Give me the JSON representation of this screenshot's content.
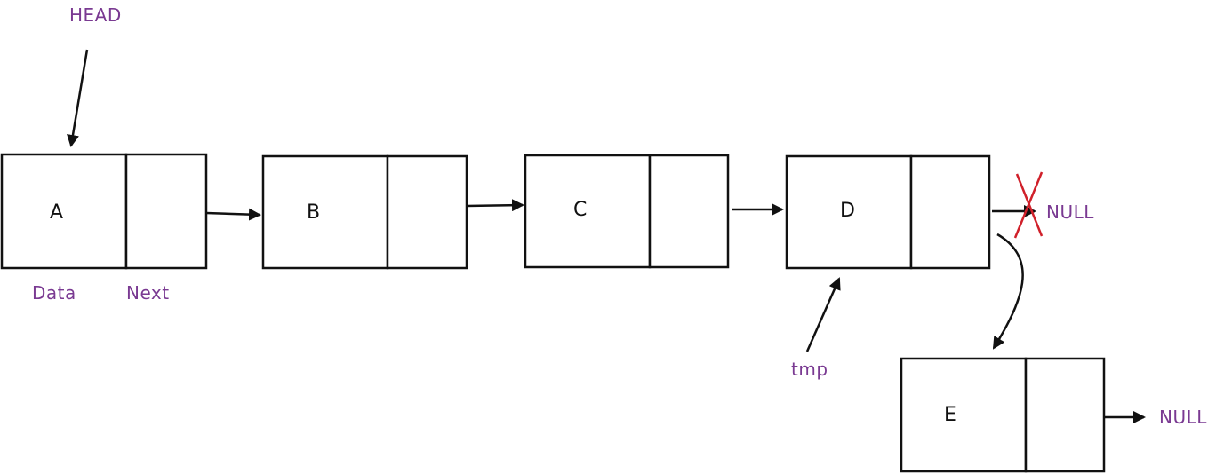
{
  "nodes": [
    {
      "id": "A",
      "data": "A"
    },
    {
      "id": "B",
      "data": "B"
    },
    {
      "id": "C",
      "data": "C"
    },
    {
      "id": "D",
      "data": "D"
    },
    {
      "id": "E",
      "data": "E"
    }
  ],
  "labels": {
    "head": "HEAD",
    "data_field": "Data",
    "next_field": "Next",
    "tmp": "tmp",
    "null_old": "NULL",
    "null_new": "NULL"
  },
  "colors": {
    "annotation": "#7a3a92",
    "stroke": "#111111",
    "cross": "#d0202a"
  }
}
